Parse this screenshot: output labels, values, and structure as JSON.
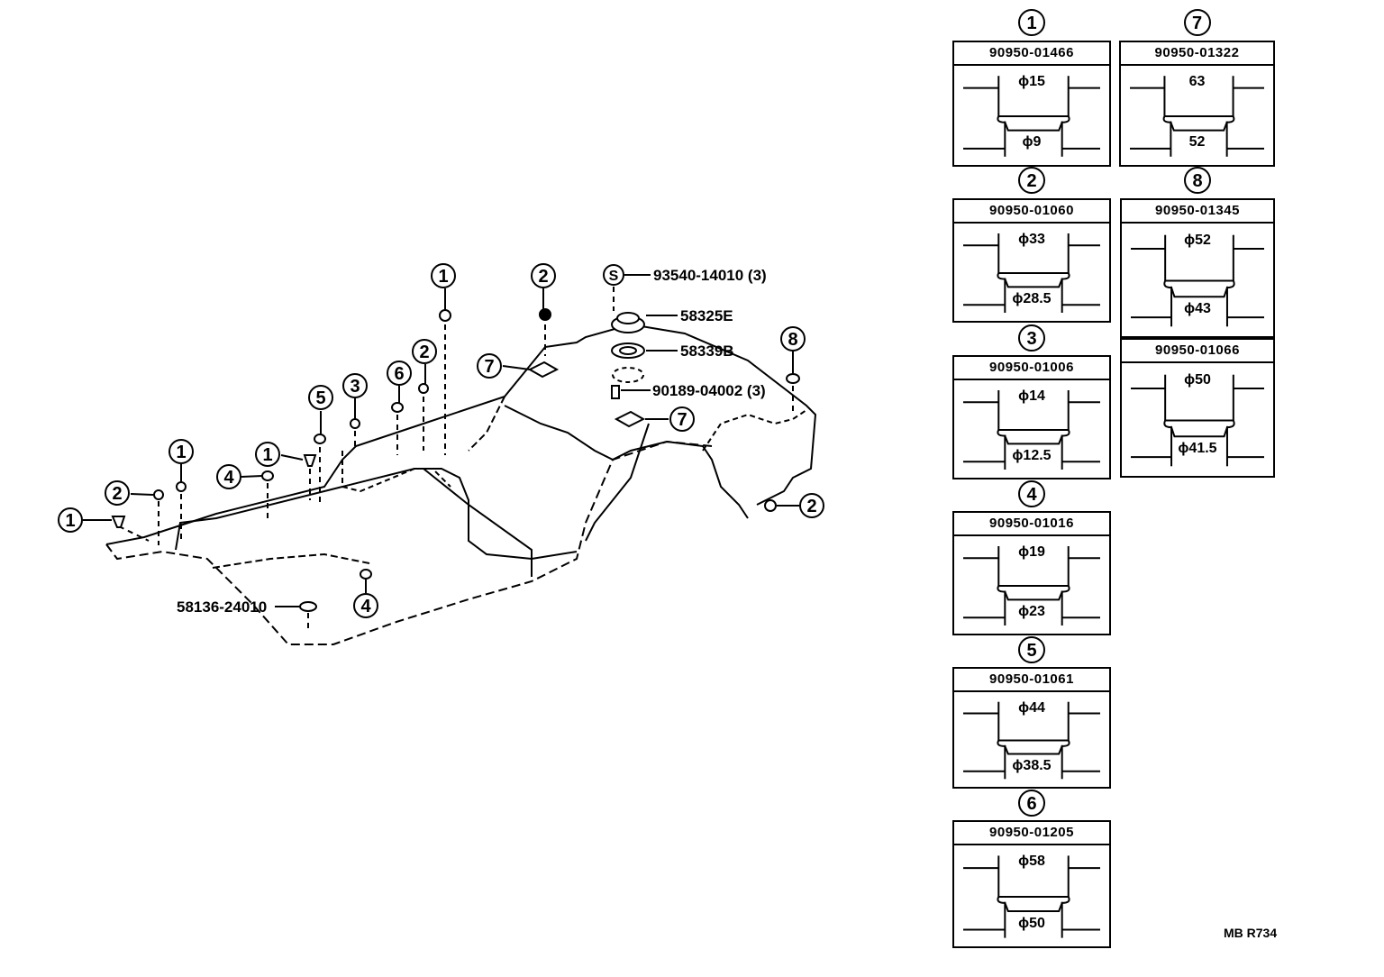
{
  "diagram": {
    "title": "Floor pan hole plugs and body mount parts",
    "reference_code": "MB R734",
    "callouts": {
      "s_bolt": {
        "symbol": "S",
        "part": "93540-14010 (3)"
      },
      "cushion_upper": {
        "part": "58325E"
      },
      "cushion_lower": {
        "part": "58339B"
      },
      "bolt": {
        "part": "90189-04002 (3)"
      },
      "plug_4_part": {
        "part": "58136-24010"
      }
    },
    "plug_markers": [
      {
        "num": "1"
      },
      {
        "num": "2"
      },
      {
        "num": "1"
      },
      {
        "num": "4"
      },
      {
        "num": "1"
      },
      {
        "num": "5"
      },
      {
        "num": "3"
      },
      {
        "num": "6"
      },
      {
        "num": "2"
      },
      {
        "num": "1"
      },
      {
        "num": "2"
      },
      {
        "num": "7"
      },
      {
        "num": "7"
      },
      {
        "num": "8"
      },
      {
        "num": "2"
      },
      {
        "num": "4"
      }
    ]
  },
  "specs": [
    {
      "num": "1",
      "part": "90950-01466",
      "top_dim": "ϕ15",
      "bottom_dim": "ϕ9"
    },
    {
      "num": "7",
      "part": "90950-01322",
      "top_dim": "63",
      "bottom_dim": "52"
    },
    {
      "num": "2",
      "part": "90950-01060",
      "top_dim": "ϕ33",
      "bottom_dim": "ϕ28.5"
    },
    {
      "num": "8",
      "part": "90950-01345",
      "top_dim": "ϕ52",
      "bottom_dim": "ϕ43"
    },
    {
      "num": "",
      "part": "90950-01066",
      "top_dim": "ϕ50",
      "bottom_dim": "ϕ41.5"
    },
    {
      "num": "3",
      "part": "90950-01006",
      "top_dim": "ϕ14",
      "bottom_dim": "ϕ12.5"
    },
    {
      "num": "4",
      "part": "90950-01016",
      "top_dim": "ϕ19",
      "bottom_dim": "ϕ23"
    },
    {
      "num": "5",
      "part": "90950-01061",
      "top_dim": "ϕ44",
      "bottom_dim": "ϕ38.5"
    },
    {
      "num": "6",
      "part": "90950-01205",
      "top_dim": "ϕ58",
      "bottom_dim": "ϕ50"
    }
  ]
}
